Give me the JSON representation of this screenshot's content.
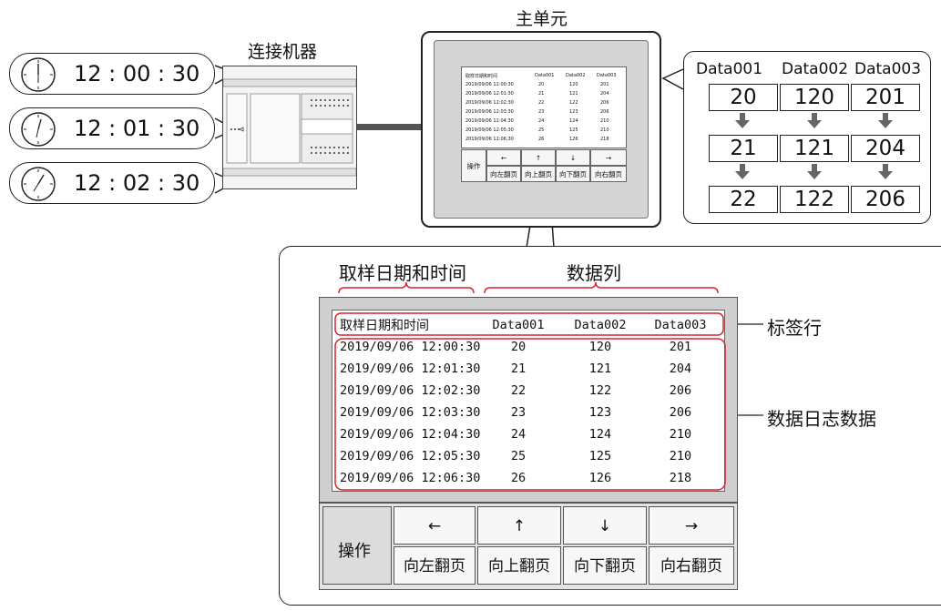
{
  "clocks": [
    {
      "time": "12 : 00 : 30"
    },
    {
      "time": "12 : 01 : 30"
    },
    {
      "time": "12 : 02 : 30"
    }
  ],
  "device": {
    "title": "连接机器"
  },
  "main_unit": {
    "title": "主单元"
  },
  "columns": [
    "Data001",
    "Data002",
    "Data003"
  ],
  "data_steps": [
    [
      "20",
      "120",
      "201"
    ],
    [
      "21",
      "121",
      "204"
    ],
    [
      "22",
      "122",
      "206"
    ]
  ],
  "table": {
    "header": {
      "time": "取样日期和时间",
      "c1": "Data001",
      "c2": "Data002",
      "c3": "Data003"
    },
    "rows": [
      {
        "time": "2019/09/06  12:00:30",
        "c1": "20",
        "c2": "120",
        "c3": "201"
      },
      {
        "time": "2019/09/06  12:01:30",
        "c1": "21",
        "c2": "121",
        "c3": "204"
      },
      {
        "time": "2019/09/06  12:02:30",
        "c1": "22",
        "c2": "122",
        "c3": "206"
      },
      {
        "time": "2019/09/06  12:03:30",
        "c1": "23",
        "c2": "123",
        "c3": "206"
      },
      {
        "time": "2019/09/06  12:04:30",
        "c1": "24",
        "c2": "124",
        "c3": "210"
      },
      {
        "time": "2019/09/06  12:05:30",
        "c1": "25",
        "c2": "125",
        "c3": "210"
      },
      {
        "time": "2019/09/06  12:06:30",
        "c1": "26",
        "c2": "126",
        "c3": "218"
      }
    ]
  },
  "mini_rows": [
    {
      "time": "2019/09/06 12:00:30",
      "c1": "20",
      "c2": "120",
      "c3": "201"
    },
    {
      "time": "2019/09/06 12:01:30",
      "c1": "21",
      "c2": "121",
      "c3": "204"
    },
    {
      "time": "2019/09/06 12:02:30",
      "c1": "22",
      "c2": "122",
      "c3": "206"
    },
    {
      "time": "2019/09/06 12:03:30",
      "c1": "23",
      "c2": "123",
      "c3": "206"
    },
    {
      "time": "2019/09/06 12:04:30",
      "c1": "24",
      "c2": "124",
      "c3": "210"
    },
    {
      "time": "2019/09/06 12:05:30",
      "c1": "25",
      "c2": "125",
      "c3": "210"
    },
    {
      "time": "2019/09/06 12:06:30",
      "c1": "26",
      "c2": "126",
      "c3": "218"
    }
  ],
  "mini_header": {
    "time": "取样日期和时间",
    "c1": "Data001",
    "c2": "Data002",
    "c3": "Data003"
  },
  "labels": {
    "sample_time": "取样日期和时间",
    "data_columns": "数据列",
    "label_row": "标签行",
    "log_data": "数据日志数据"
  },
  "buttons": {
    "operation": "操作",
    "left_arrow": "←",
    "up_arrow": "↑",
    "down_arrow": "↓",
    "right_arrow": "→",
    "page_left": "向左翻页",
    "page_up": "向上翻页",
    "page_down": "向下翻页",
    "page_right": "向右翻页"
  },
  "colors": {
    "highlight": "#d9232d",
    "panel_gray": "#cfcfcf",
    "arrow_gray": "#666666"
  }
}
